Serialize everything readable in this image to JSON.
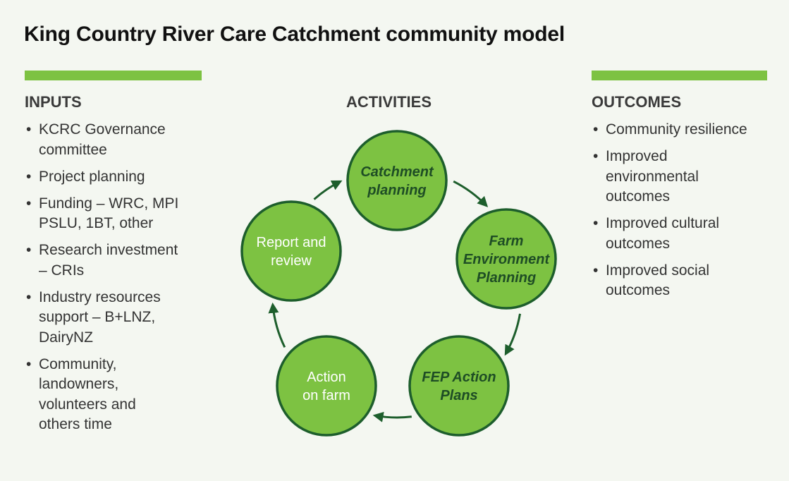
{
  "title": "King Country River Care Catchment community model",
  "colors": {
    "accent": "#7dc242",
    "circle_fill": "#7dc242",
    "circle_stroke": "#1d5e2c",
    "arrow": "#1d5e2c",
    "dark_text": "#1e4d25"
  },
  "inputs": {
    "heading": "INPUTS",
    "items": [
      {
        "lines": [
          "KCRC Governance",
          "committee"
        ]
      },
      {
        "lines": [
          "Project planning"
        ]
      },
      {
        "lines": [
          "Funding – WRC, MPI",
          "PSLU, 1BT, other"
        ]
      },
      {
        "lines": [
          "Research investment",
          "– CRIs"
        ]
      },
      {
        "lines": [
          "Industry resources",
          "support – B+LNZ,",
          "DairyNZ"
        ]
      },
      {
        "lines": [
          "Community,",
          "landowners,",
          "volunteers and",
          "others time"
        ]
      }
    ]
  },
  "activities": {
    "heading": "ACTIVITIES",
    "cycle": [
      {
        "lines": [
          "Catchment",
          "planning"
        ],
        "style": "dark"
      },
      {
        "lines": [
          "Farm",
          "Environment",
          "Planning"
        ],
        "style": "dark"
      },
      {
        "lines": [
          "FEP Action",
          "Plans"
        ],
        "style": "dark"
      },
      {
        "lines": [
          "Action",
          "on farm"
        ],
        "style": "light"
      },
      {
        "lines": [
          "Report and",
          "review"
        ],
        "style": "light"
      }
    ]
  },
  "outcomes": {
    "heading": "OUTCOMES",
    "items": [
      {
        "lines": [
          "Community resilience"
        ]
      },
      {
        "lines": [
          "Improved",
          "environmental",
          "outcomes"
        ]
      },
      {
        "lines": [
          "Improved cultural",
          "outcomes"
        ]
      },
      {
        "lines": [
          "Improved social",
          "outcomes"
        ]
      }
    ]
  }
}
